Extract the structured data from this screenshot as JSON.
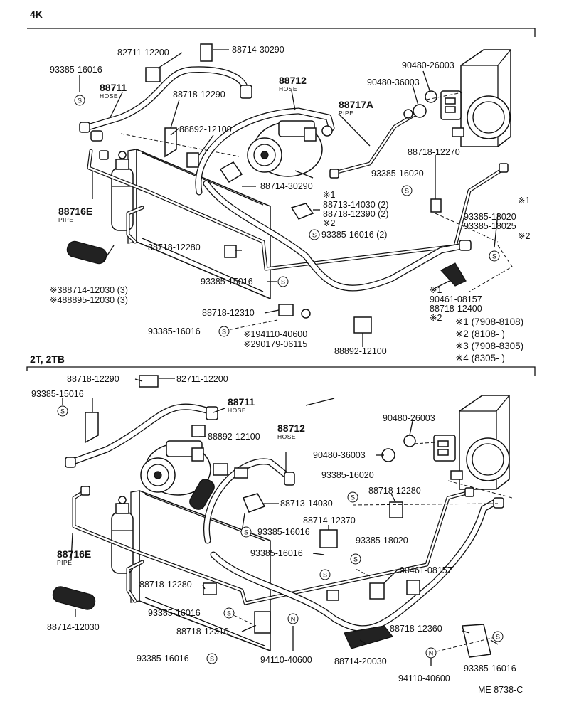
{
  "sections": {
    "top": "4K",
    "bottom": "2T, 2TB"
  },
  "top": {
    "l_82711_12200": "82711-12200",
    "l_88714_30290_a": "88714-30290",
    "l_93385_16016_a": "93385-16016",
    "l_88711": "88711",
    "l_88711_sub": "HOSE",
    "l_88718_12290": "88718-12290",
    "l_88892_12100_a": "88892-12100",
    "l_88712": "88712",
    "l_88712_sub": "HOSE",
    "l_90480_26003": "90480-26003",
    "l_90480_36003": "90480-36003",
    "l_88717A": "88717A",
    "l_88717A_sub": "PIPE",
    "l_88718_12270": "88718-12270",
    "l_93385_16020": "93385-16020",
    "l_88714_30290_b": "88714-30290",
    "l_star1_a": "※1",
    "l_88713_14030": "88713-14030 (2)",
    "l_88718_12390": "88718-12390 (2)",
    "l_star2_a": "※2",
    "l_93385_16016_2": "93385-16016 (2)",
    "l_88716E": "88716E",
    "l_88716E_sub": "PIPE",
    "l_star1_b": "※1",
    "l_93385_18020": "93385-18020",
    "l_93385_18025": "93385-18025",
    "l_star2_b": "※2",
    "l_88718_12280": "88718-12280",
    "l_388714": "※388714-12030 (3)",
    "l_488895": "※488895-12030 (3)",
    "l_93385_15016": "93385-15016",
    "l_star1_c": "※1",
    "l_90461_08157": "90461-08157",
    "l_88718_12400": "88718-12400",
    "l_star2_c": "※2",
    "l_88718_12310": "88718-12310",
    "l_93385_16016_b": "93385-16016",
    "l_194110": "※194110-40600",
    "l_290179": "※290179-06115",
    "l_88892_12100_b": "88892-12100"
  },
  "legend": [
    "※1 (7908-8108)",
    "※2 (8108-      )",
    "※3 (7908-8305)",
    "※4 (8305-      )"
  ],
  "bottom": {
    "l_88718_12290": "88718-12290",
    "l_82711_12200": "82711-12200",
    "l_93385_15016": "93385-15016",
    "l_88711": "88711",
    "l_88711_sub": "HOSE",
    "l_88892_12100": "88892-12100",
    "l_88712": "88712",
    "l_88712_sub": "HOSE",
    "l_90480_26003": "90480-26003",
    "l_90480_36003": "90480-36003",
    "l_93385_16020": "93385-16020",
    "l_88718_12280_a": "88718-12280",
    "l_88713_14030": "88713-14030",
    "l_93385_16016_a": "93385-16016",
    "l_88714_12370": "88714-12370",
    "l_88716E": "88716E",
    "l_88716E_sub": "PIPE",
    "l_93385_16016_b": "93385-16016",
    "l_93385_18020": "93385-18020",
    "l_90461_08157": "90461-08157",
    "l_88718_12280_b": "88718-12280",
    "l_88714_12030": "88714-12030",
    "l_93385_16016_c": "93385-16016",
    "l_88718_12310": "88718-12310",
    "l_88718_12360": "88718-12360",
    "l_93385_16016_d": "93385-16016",
    "l_94110_40600_a": "94110-40600",
    "l_88714_20030": "88714-20030",
    "l_94110_40600_b": "94110-40600",
    "l_93385_16016_e": "93385-16016",
    "l_code": "ME 8738-C"
  },
  "symbols": {
    "screw": "S",
    "nut": "N"
  }
}
